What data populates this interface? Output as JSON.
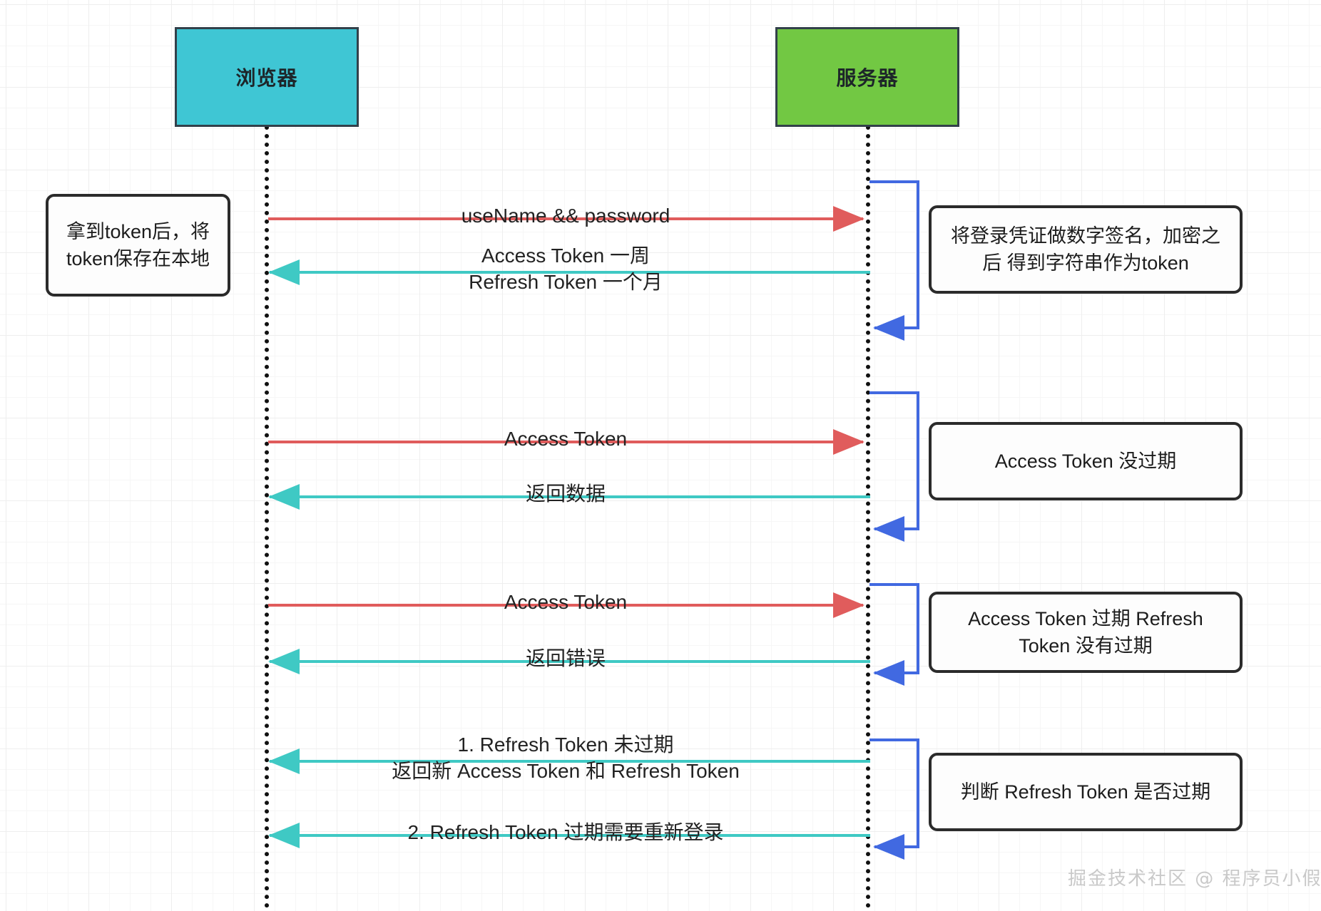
{
  "diagram": {
    "type": "sequence-diagram",
    "title_watermark": "掘金技术社区 @ 程序员小假",
    "colors": {
      "browser_fill": "#3fc6d4",
      "server_fill": "#72c843",
      "actor_border": "#32404a",
      "request_arrow": "#e05c5c",
      "response_arrow": "#3fc9c4",
      "self_loop_arrow": "#4169e1",
      "note_border": "#2b2b2b",
      "grid": "#eeeeee"
    }
  },
  "actors": [
    {
      "id": "browser",
      "label": "浏览器"
    },
    {
      "id": "server",
      "label": "服务器"
    }
  ],
  "messages": [
    {
      "id": "m1",
      "from": "browser",
      "to": "server",
      "direction": "request",
      "color": "#e05c5c",
      "lines": [
        "useName && password"
      ]
    },
    {
      "id": "m2",
      "from": "server",
      "to": "browser",
      "direction": "response",
      "color": "#3fc9c4",
      "lines": [
        "Access Token 一周",
        "Refresh Token 一个月"
      ]
    },
    {
      "id": "m3",
      "from": "browser",
      "to": "server",
      "direction": "request",
      "color": "#e05c5c",
      "lines": [
        "Access Token"
      ]
    },
    {
      "id": "m4",
      "from": "server",
      "to": "browser",
      "direction": "response",
      "color": "#3fc9c4",
      "lines": [
        "返回数据"
      ]
    },
    {
      "id": "m5",
      "from": "browser",
      "to": "server",
      "direction": "request",
      "color": "#e05c5c",
      "lines": [
        "Access Token"
      ]
    },
    {
      "id": "m6",
      "from": "server",
      "to": "browser",
      "direction": "response",
      "color": "#3fc9c4",
      "lines": [
        "返回错误"
      ]
    },
    {
      "id": "m7",
      "from": "server",
      "to": "browser",
      "direction": "response",
      "color": "#3fc9c4",
      "lines": [
        "1. Refresh Token 未过期",
        "返回新 Access Token 和 Refresh Token"
      ]
    },
    {
      "id": "m8",
      "from": "server",
      "to": "browser",
      "direction": "response",
      "color": "#3fc9c4",
      "lines": [
        "2. Refresh Token 过期需要重新登录"
      ]
    }
  ],
  "self_loops": [
    {
      "id": "s1",
      "actor": "server",
      "color": "#4169e1"
    },
    {
      "id": "s2",
      "actor": "server",
      "color": "#4169e1"
    },
    {
      "id": "s3",
      "actor": "server",
      "color": "#4169e1"
    },
    {
      "id": "s4",
      "actor": "server",
      "color": "#4169e1"
    }
  ],
  "notes": [
    {
      "id": "n0",
      "side": "left",
      "lines": [
        "拿到token后，将",
        "token保存在本地"
      ],
      "text": "拿到token后，将\ntoken保存在本地"
    },
    {
      "id": "n1",
      "side": "right",
      "lines": [
        "将登录凭证做数字签名，加密之后",
        "得到字符串作为token"
      ],
      "text": "将登录凭证做数字签名，加密之后\n得到字符串作为token"
    },
    {
      "id": "n2",
      "side": "right",
      "lines": [
        "Access Token 没过期"
      ],
      "text": "Access Token 没过期"
    },
    {
      "id": "n3",
      "side": "right",
      "lines": [
        "Access Token 过期",
        "Refresh Token 没有过期"
      ],
      "text": "Access Token 过期\nRefresh Token 没有过期"
    },
    {
      "id": "n4",
      "side": "right",
      "lines": [
        "判断 Refresh Token 是否过期"
      ],
      "text": "判断 Refresh Token 是否过期"
    }
  ],
  "labels": {
    "m1": "useName && password",
    "m2": "Access Token 一周\nRefresh Token 一个月",
    "m3": "Access Token",
    "m4": "返回数据",
    "m5": "Access Token",
    "m6": "返回错误",
    "m7": "1. Refresh Token 未过期\n返回新 Access Token 和 Refresh Token",
    "m8": "2. Refresh Token 过期需要重新登录"
  }
}
